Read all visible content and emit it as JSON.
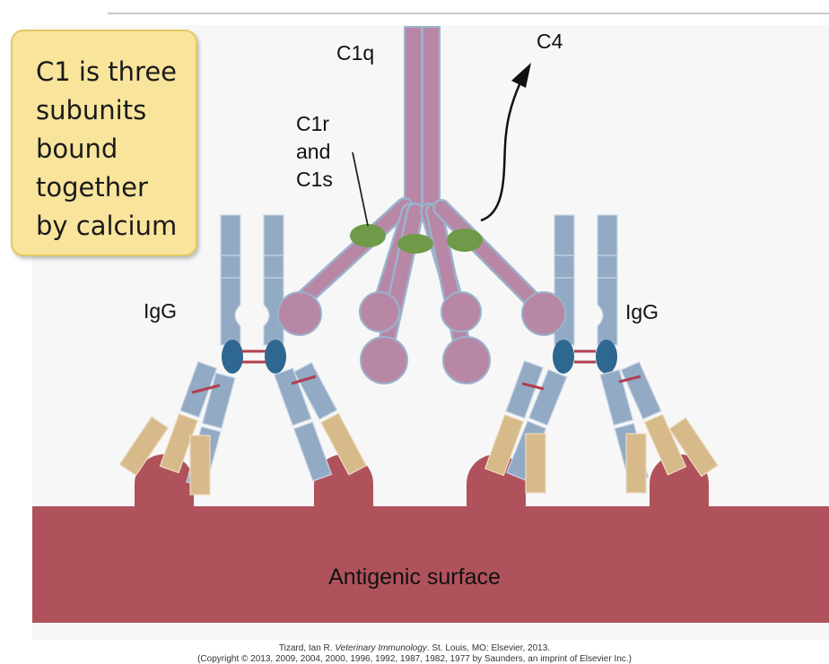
{
  "callout": {
    "lines": [
      "C1 is three",
      "subunits",
      "bound",
      "together",
      "by calcium"
    ]
  },
  "labels": {
    "c1q": "C1q",
    "c4": "C4",
    "c1r_c1s": [
      "C1r",
      "and",
      "C1s"
    ],
    "igg_left": "IgG",
    "igg_right": "IgG",
    "surface": "Antigenic surface"
  },
  "citation": {
    "author": "Tizard, Ian R. ",
    "book": "Veterinary Immunology",
    "rest": ". St. Louis, MO: Elsevier, 2013.",
    "copyright": "(Copyright © 2013, 2009, 2004, 2000, 1996, 1992, 1987, 1982, 1977 by Saunders, an imprint of Elsevier Inc.)"
  },
  "colors": {
    "surface": "#b0525c",
    "c1q": "#b987a6",
    "c1q_outline": "#9ab3cc",
    "c1r_c1s": "#6f9a48",
    "igg_heavy": "#93aac4",
    "igg_hinge": "#2e6890",
    "igg_fab_light": "#d7ba8a",
    "disulfide": "#b04050",
    "callout_fill": "#f8e49b"
  }
}
